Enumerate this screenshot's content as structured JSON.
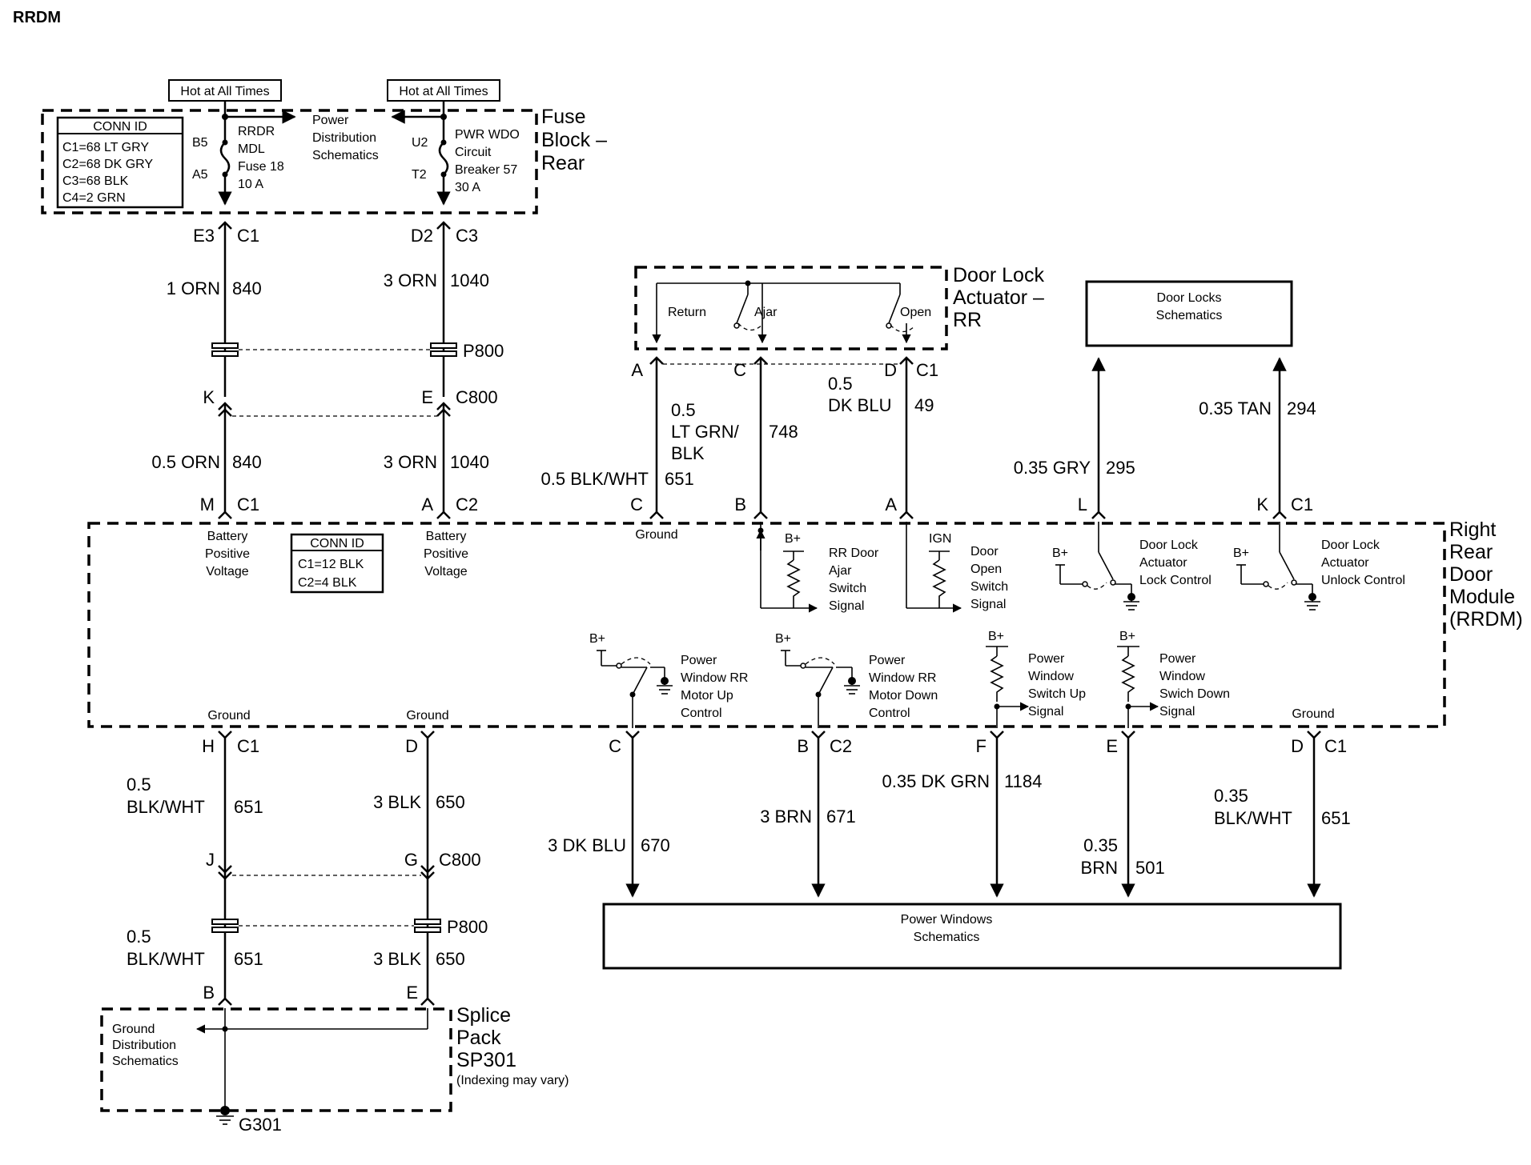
{
  "title": "RRDM",
  "hot_labels": [
    "Hot at All Times",
    "Hot at All Times"
  ],
  "fuse_block": {
    "label": [
      "Fuse",
      "Block –",
      "Rear"
    ],
    "conn_id": {
      "title": "CONN ID",
      "lines": [
        "C1=68 LT GRY",
        "C2=68 DK GRY",
        "C3=68 BLK",
        "C4=2 GRN"
      ]
    },
    "fuse18": {
      "pin_top": "B5",
      "pin_bot": "A5",
      "label": [
        "RRDR",
        "MDL",
        "Fuse 18",
        "10 A"
      ]
    },
    "breaker57": {
      "pin_top": "U2",
      "pin_bot": "T2",
      "label": [
        "PWR WDO",
        "Circuit",
        "Breaker 57",
        "30 A"
      ]
    },
    "pds": [
      "Power",
      "Distribution",
      "Schematics"
    ]
  },
  "left_wires": {
    "top_pins": [
      "E3",
      "C1",
      "D2",
      "C3"
    ],
    "w1": [
      "1 ORN",
      "840"
    ],
    "w2": [
      "3 ORN",
      "1040"
    ],
    "p800": "P800",
    "c800_pins": [
      "K",
      "E",
      "C800"
    ],
    "w3": [
      "0.5 ORN",
      "840"
    ],
    "w4": [
      "3 ORN",
      "1040"
    ],
    "module_pins": [
      "M",
      "C1",
      "A",
      "C2"
    ]
  },
  "door_lock_actuator": {
    "label": [
      "Door Lock",
      "Actuator –",
      "RR"
    ],
    "switches": [
      "Return",
      "Ajar",
      "Open"
    ],
    "pins": [
      "A",
      "C",
      "D",
      "C1"
    ]
  },
  "door_locks_schematics": [
    "Door Locks",
    "Schematics"
  ],
  "mid_wires": {
    "blkwht": [
      "0.5  BLK/WHT",
      "651"
    ],
    "ltgrn": [
      "0.5",
      "LT GRN/",
      "BLK",
      "748"
    ],
    "dkblu": [
      "0.5",
      "DK BLU",
      "49"
    ],
    "gry": [
      "0.35 GRY",
      "295"
    ],
    "tan": [
      "0.35 TAN",
      "294"
    ],
    "module_pins": [
      "C",
      "B",
      "A",
      "L",
      "K",
      "C1"
    ]
  },
  "module": {
    "label": [
      "Right",
      "Rear",
      "Door",
      "Module",
      "(RRDM)"
    ],
    "conn_id": {
      "title": "CONN ID",
      "lines": [
        "C1=12 BLK",
        "C2=4 BLK"
      ]
    },
    "bpv": [
      "Battery",
      "Positive",
      "Voltage"
    ],
    "ground": "Ground",
    "bplus": "B+",
    "ign": "IGN",
    "ajar_signal": [
      "RR Door",
      "Ajar",
      "Switch",
      "Signal"
    ],
    "open_signal": [
      "Door",
      "Open",
      "Switch",
      "Signal"
    ],
    "lock_control": [
      "Door Lock",
      "Actuator",
      "Lock Control"
    ],
    "unlock_control": [
      "Door Lock",
      "Actuator",
      "Unlock Control"
    ],
    "up_control": [
      "Power",
      "Window RR",
      "Motor Up",
      "Control"
    ],
    "down_control": [
      "Power",
      "Window RR",
      "Motor Down",
      "Control"
    ],
    "switch_up": [
      "Power",
      "Window",
      "Switch Up",
      "Signal"
    ],
    "switch_down": [
      "Power",
      "Window",
      "Swich Down",
      "Signal"
    ]
  },
  "bottom_pins": [
    "H",
    "C1",
    "D",
    "C",
    "B",
    "C2",
    "F",
    "E",
    "D",
    "C1"
  ],
  "bottom_wires": {
    "w651a": [
      "0.5",
      "BLK/WHT",
      "651"
    ],
    "w650a": [
      "3 BLK",
      "650"
    ],
    "w670": [
      "3 DK BLU",
      "670"
    ],
    "w671": [
      "3 BRN",
      "671"
    ],
    "w1184": [
      "0.35 DK GRN",
      "1184"
    ],
    "w501": [
      "0.35",
      "BRN",
      "501"
    ],
    "w651c": [
      "0.35",
      "BLK/WHT",
      "651"
    ],
    "c800_pins": [
      "J",
      "G",
      "C800"
    ],
    "p800": "P800",
    "w651b": [
      "0.5",
      "BLK/WHT",
      "651"
    ],
    "w650b": [
      "3 BLK",
      "650"
    ],
    "sp_pins": [
      "B",
      "E"
    ]
  },
  "power_windows": [
    "Power Windows",
    "Schematics"
  ],
  "splice_pack": {
    "label": [
      "Splice",
      "Pack",
      "SP301"
    ],
    "note": "(Indexing may vary)",
    "gds": [
      "Ground",
      "Distribution",
      "Schematics"
    ],
    "ground": "G301"
  }
}
